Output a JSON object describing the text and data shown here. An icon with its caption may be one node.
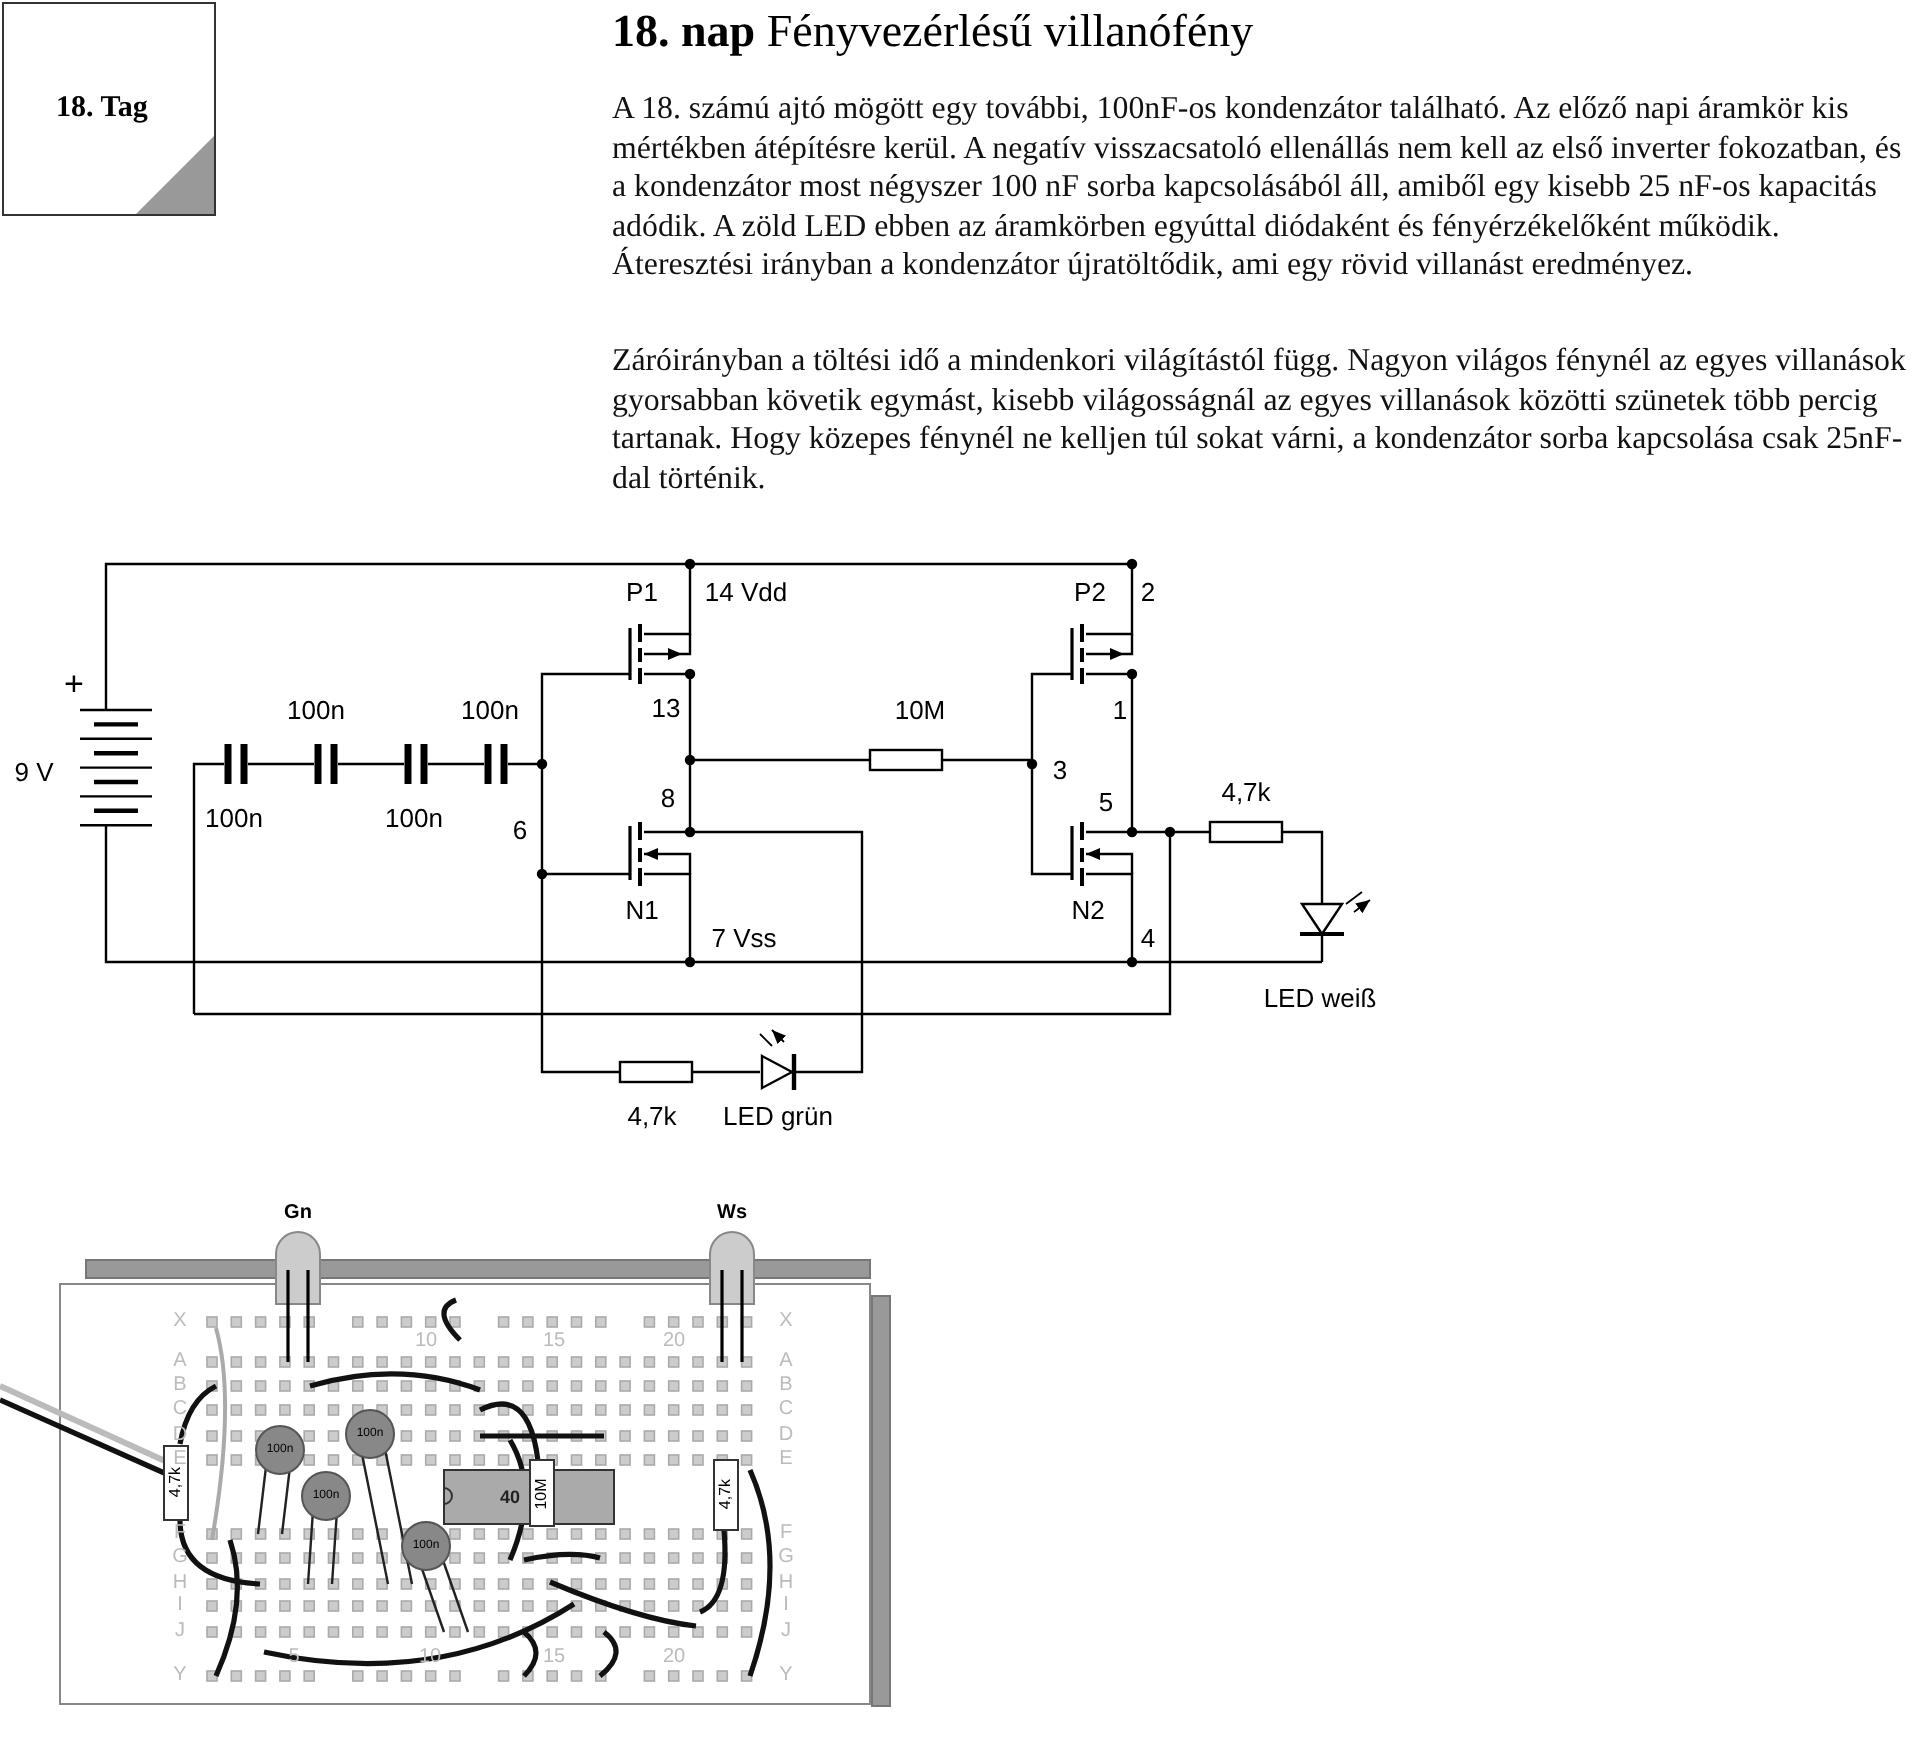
{
  "diagram": {
    "title": "**18. nap** Fényvezérlésű villanófény",
    "nodes": [
      {
        "text": [
          "18. Tag"
        ]
      }
    ],
    "labels": [
      "A 18. számú ajtó mögött egy további, 100nF-os kondenzátor található. Az előző napi áramkör kis mértékben átépítésre kerül. A negatív visszacsatoló ellenállás nem kell az első inverter fokozatban, és a kondenzátor most négyszer 100 nF sorba kapcsolásából áll, amiből egy kisebb 25 nF-os kapacitás adódik. A zöld LED ebben az áramkörben egyúttal diódaként és fényérzékelőként működik. Áteresztési irányban a kondenzátor újratöltődik, ami egy rövid villanást eredményez.",
      "Záróirányban a töltési idő a mindenkori világítástól függ. Nagyon világos fénynél az egyes villanások gyorsabban követik egymást, kisebb világosságnál az egyes villanások közötti szünetek több percig tartanak. Hogy közepes fénynél ne kelljen túl sokat várni, a kondenzátor sorba kapcsolása csak 25nF-dal történik.",
      "P1",
      "14 Vdd",
      "P2",
      "2",
      "+",
      "100n",
      "100n",
      "13",
      "10M",
      "1",
      "9 V",
      "3",
      "8",
      "5",
      "4,7k",
      "100n",
      "100n",
      "6",
      "N1",
      "N2",
      "7 Vss",
      "4",
      "LED weiß",
      "4,7k",
      "LED grün",
      "Gn",
      "Ws",
      "X",
      "X",
      "10",
      "15",
      "20",
      "A",
      "A",
      "B",
      "B",
      "C",
      "C",
      "D",
      "D",
      "E",
      "E",
      "100n",
      "100n",
      "4,7k",
      "40",
      "10M",
      "4,7k",
      "100n",
      "F",
      "F",
      "100n",
      "G",
      "G",
      "H",
      "H",
      "I",
      "I",
      "J",
      "J",
      "5",
      "10",
      "15",
      "20",
      "Y",
      "Y"
    ]
  }
}
